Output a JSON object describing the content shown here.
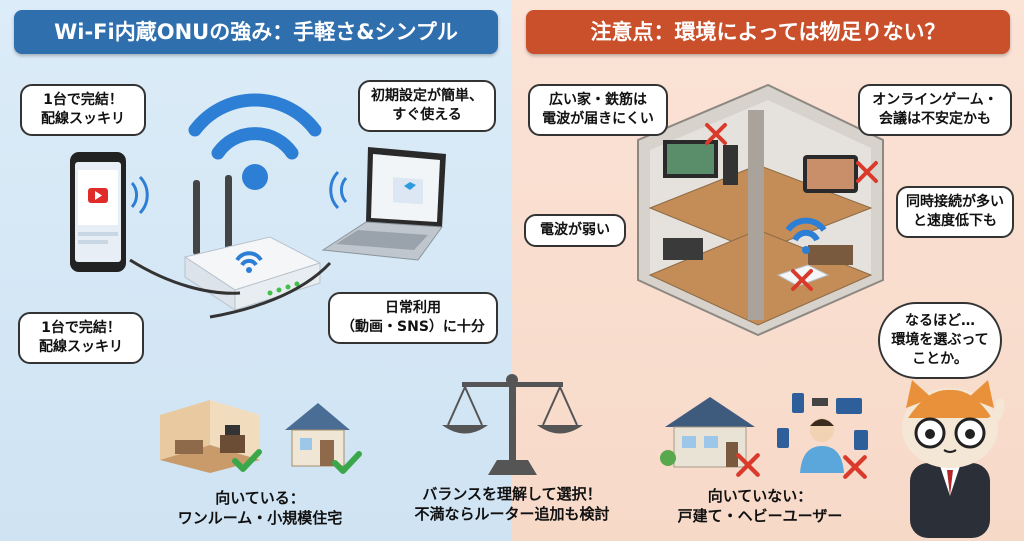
{
  "left": {
    "title": "Wi-Fi内蔵ONUの強み：手軽さ&シンプル",
    "bubble_top_left": [
      "1台で完結！",
      "配線スッキリ"
    ],
    "bubble_top_right": [
      "初期設定が簡単、",
      "すぐ使える"
    ],
    "bubble_bottom_left": [
      "1台で完結！",
      "配線スッキリ"
    ],
    "bubble_bottom_right": [
      "日常利用",
      "（動画・SNS）に十分"
    ],
    "caption": [
      "向いている：",
      "ワンルーム・小規模住宅"
    ]
  },
  "right": {
    "title": "注意点：環境によっては物足りない？",
    "bubble_top_left": [
      "広い家・鉄筋は",
      "電波が届きにくい"
    ],
    "bubble_top_right": [
      "オンラインゲーム・",
      "会議は不安定かも"
    ],
    "bubble_mid_left": "電波が弱い",
    "bubble_mid_right": [
      "同時接続が多い",
      "と速度低下も"
    ],
    "cat_bubble": [
      "なるほど…",
      "環境を選ぶって",
      "ことか。"
    ],
    "caption": [
      "向いていない：",
      "戸建て・ヘビーユーザー"
    ]
  },
  "center": {
    "caption": [
      "バランスを理解して選択！",
      "不満ならルーター追加も検討"
    ]
  },
  "colors": {
    "left_banner": "#2f6fae",
    "right_banner": "#c9502b",
    "check": "#3aa84a",
    "cross": "#d93a2b"
  }
}
